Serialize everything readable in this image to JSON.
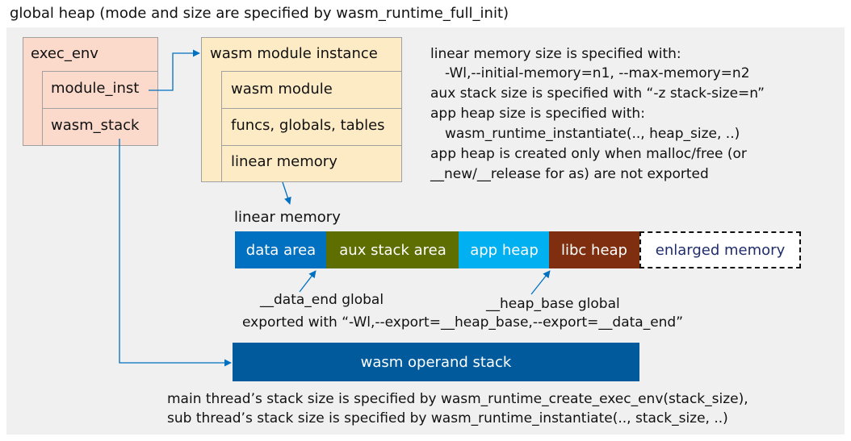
{
  "title": "global heap (mode and size are specified by wasm_runtime_full_init)",
  "exec_env": {
    "title": "exec_env",
    "module_inst": "module_inst",
    "wasm_stack": "wasm_stack"
  },
  "module_instance": {
    "title": "wasm module instance",
    "rows": [
      "wasm module",
      "funcs, globals, tables",
      "linear memory"
    ]
  },
  "notes": [
    "linear memory size is specified with:",
    "-Wl,--initial-memory=n1, --max-memory=n2",
    "aux stack size is specified with “-z stack-size=n”",
    "app heap size is specified with:",
    "wasm_runtime_instantiate(.., heap_size, ..)",
    "app heap is created only when malloc/free (or",
    "__new/__release for as) are not exported"
  ],
  "linear_memory": {
    "label": "linear memory",
    "segments": [
      {
        "label": "data area",
        "color": "#0070c0"
      },
      {
        "label": "aux stack area",
        "color": "#5f6e00"
      },
      {
        "label": "app heap",
        "color": "#00b0f0"
      },
      {
        "label": "libc heap",
        "color": "#7f2f0f"
      },
      {
        "label": "enlarged memory",
        "color": "#ffffff"
      }
    ]
  },
  "annotations": {
    "data_end": "__data_end global",
    "heap_base": "__heap_base global",
    "exported": "exported with “-Wl,--export=__heap_base,--export=__data_end”"
  },
  "operand_stack": {
    "label": "wasm operand stack",
    "color": "#005a9c"
  },
  "footer": [
    "main thread’s stack size is specified by wasm_runtime_create_exec_env(stack_size),",
    "sub thread’s stack size is specified by wasm_runtime_instantiate(.., stack_size, ..)"
  ]
}
